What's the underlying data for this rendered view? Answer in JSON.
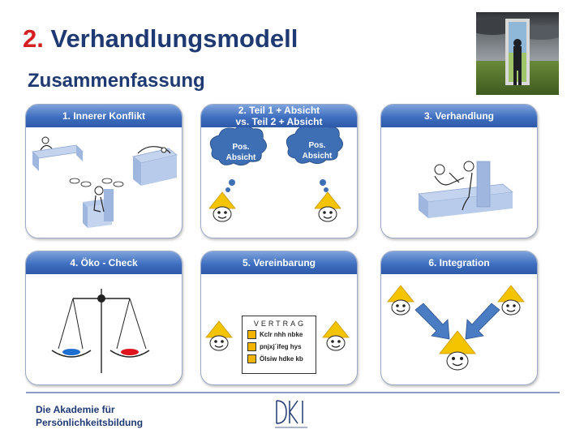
{
  "slide": {
    "title_number": "2.",
    "title_text": " Verhandlungsmodell",
    "subtitle": "Zusammenfassung"
  },
  "panels": [
    {
      "title": "1. Innerer Konflikt"
    },
    {
      "title": "2. Teil 1 + Absicht\nvs. Teil 2 + Absicht",
      "bubble_left": "Pos.\nAbsicht",
      "bubble_right": "Pos.\nAbsicht"
    },
    {
      "title": "3. Verhandlung"
    },
    {
      "title": "4. Öko - Check"
    },
    {
      "title": "5. Vereinbarung",
      "contract": {
        "title": "VERTRAG",
        "lines": [
          "Kclr nhh nbke",
          "pnjxj´ifeg hys",
          "Ölsiw hdke kb"
        ]
      }
    },
    {
      "title": "6. Integration"
    }
  ],
  "footer": {
    "line1": "Die Akademie für",
    "line2": "Persönlichkeitsbildung"
  },
  "colors": {
    "title_blue": "#1f3a73",
    "title_red": "#d42020",
    "header_blue": "#3f6fc0",
    "hat_yellow": "#f5c400",
    "cloud_blue": "#3e6fb5",
    "arrow_blue": "#4a7cc4",
    "pan_blue": "#1e6fd0",
    "pan_red": "#e0141e"
  },
  "icons": [
    "person-photo-icon",
    "thinking-person-icon",
    "cloud-bubble-icon",
    "hat-face-icon",
    "negotiation-table-icon",
    "balance-scale-icon",
    "contract-icon",
    "arrow-icon",
    "company-logo-icon"
  ]
}
